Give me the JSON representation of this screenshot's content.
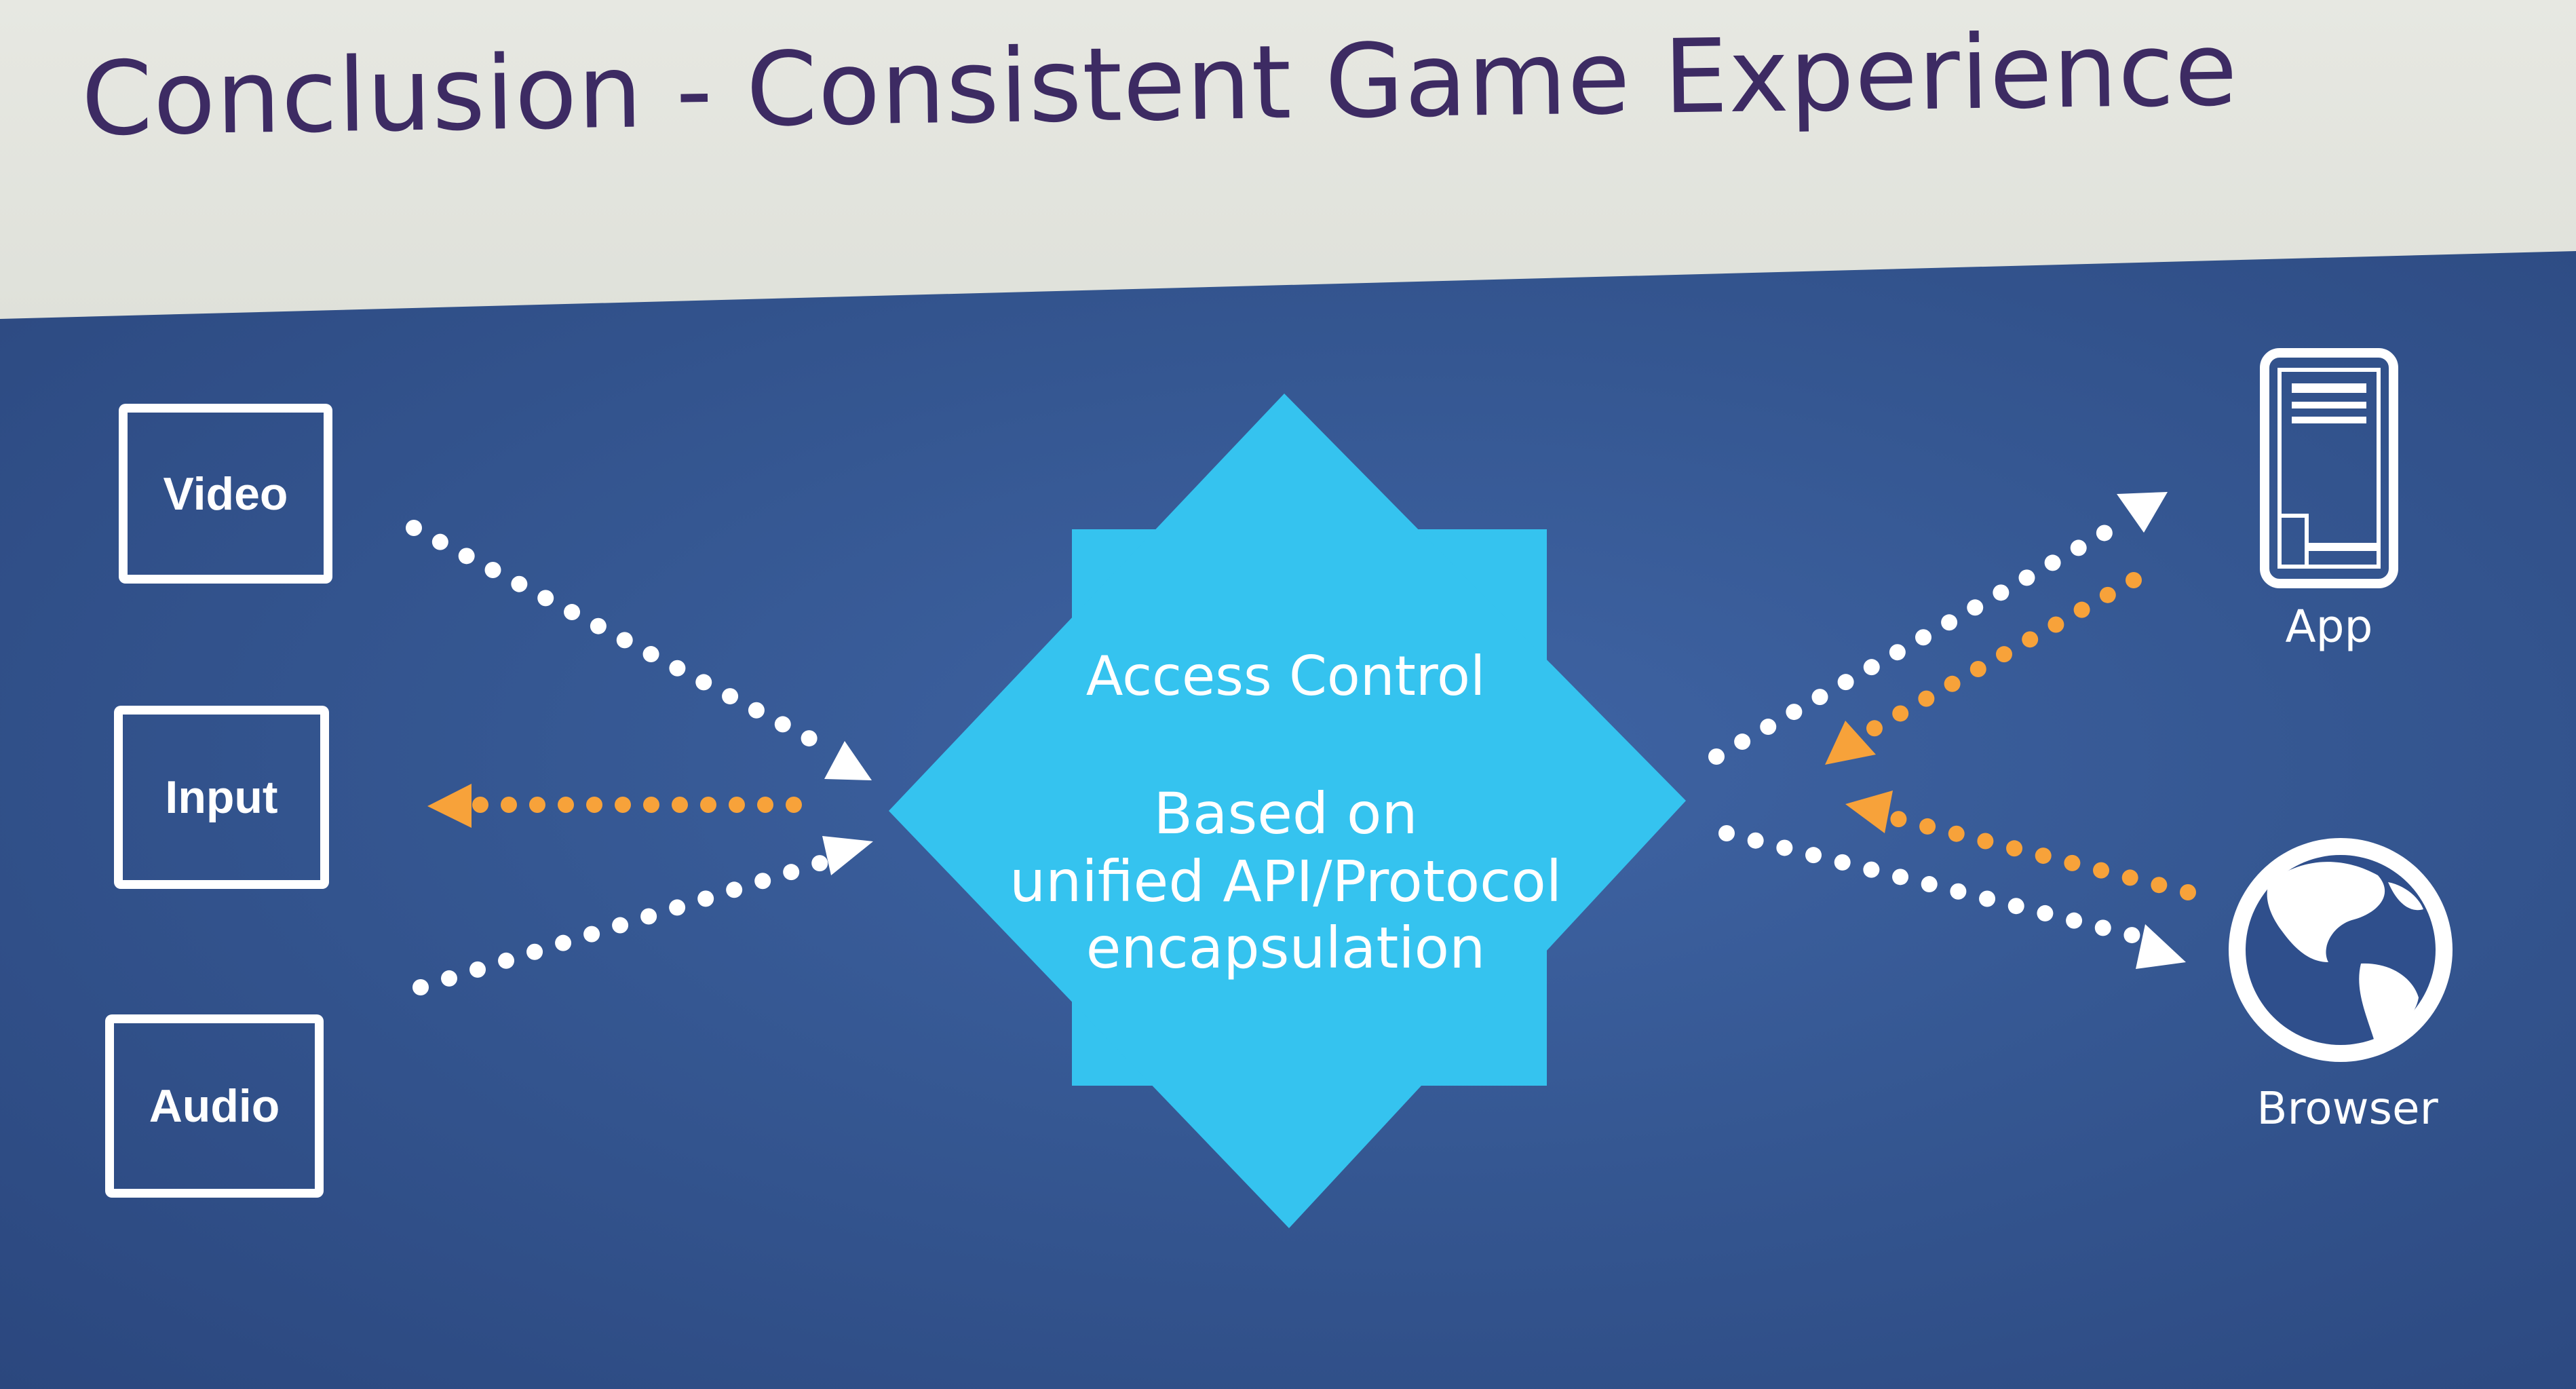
{
  "slide": {
    "title": "Conclusion - Consistent Game Experience"
  },
  "left_boxes": [
    "Video",
    "Input",
    "Audio"
  ],
  "center": {
    "heading": "Access Control",
    "body_lines": [
      "Based on",
      "unified API/Protocol",
      "encapsulation"
    ]
  },
  "right": {
    "app_label": "App",
    "browser_label": "Browser"
  },
  "colors": {
    "panel": "#355792",
    "star": "#35c3ef",
    "arrow_white": "#ffffff",
    "arrow_orange": "#f7a23a",
    "title": "#3d2b63"
  },
  "icons": [
    "phone-icon",
    "globe-icon"
  ]
}
